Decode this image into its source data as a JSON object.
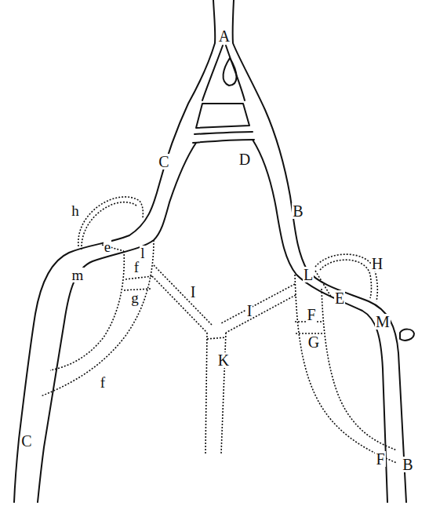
{
  "diagram": {
    "labels": [
      "A",
      "D",
      "C",
      "B",
      "h",
      "H",
      "l",
      "e",
      "f",
      "L",
      "E",
      "M",
      "I",
      "I",
      "m",
      "g",
      "F",
      "G",
      "K",
      "f",
      "C",
      "F",
      "B"
    ]
  }
}
